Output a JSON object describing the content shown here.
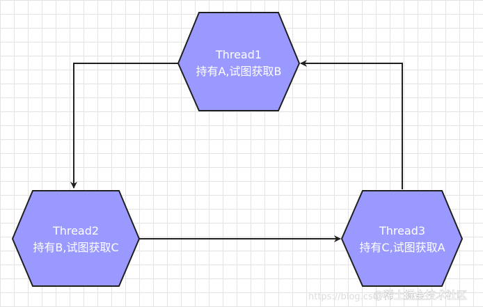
{
  "colors": {
    "node_fill": "#9999ff",
    "node_stroke": "#1f1f1f",
    "edge": "#1f1f1f",
    "node_text": "#ffffff",
    "grid": "#e3e3e3"
  },
  "nodes": [
    {
      "id": "thread1",
      "title": "Thread1",
      "desc": "持有A,试图获取B"
    },
    {
      "id": "thread2",
      "title": "Thread2",
      "desc": "持有B,试图获取C"
    },
    {
      "id": "thread3",
      "title": "Thread3",
      "desc": "持有C,试图获取A"
    }
  ],
  "edges": [
    {
      "from": "thread1",
      "to": "thread2"
    },
    {
      "from": "thread2",
      "to": "thread3"
    },
    {
      "from": "thread3",
      "to": "thread1"
    }
  ],
  "watermark": {
    "url": "https://blog.csd",
    "brand": "@稀土掘金技术社区"
  }
}
